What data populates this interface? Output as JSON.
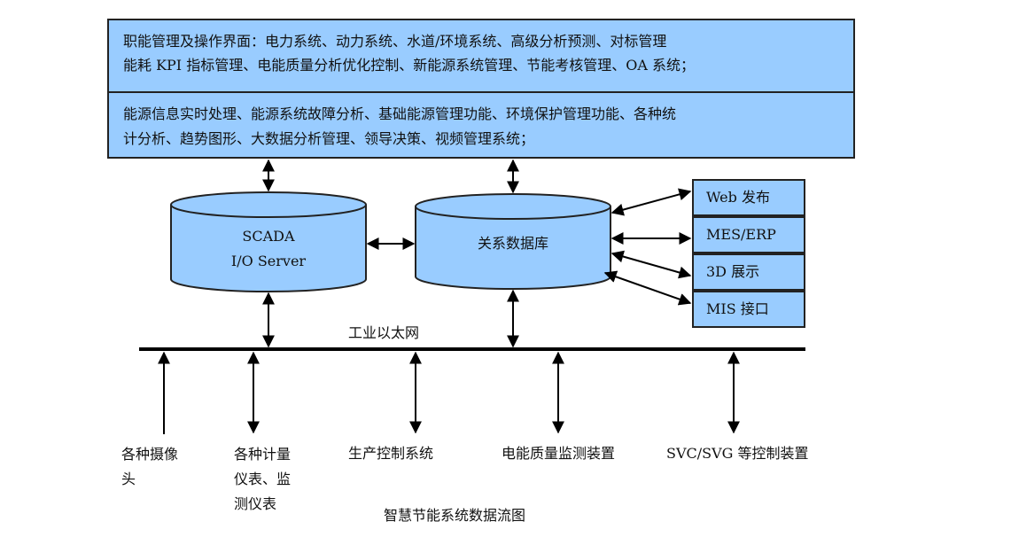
{
  "top_box": {
    "line1": "职能管理及操作界面：电力系统、动力系统、水道/环境系统、高级分析预测、对标管理",
    "line2": "能耗 KPI 指标管理、电能质量分析优化控制、新能源系统管理、节能考核管理、OA 系统；"
  },
  "second_box": {
    "line1": "能源信息实时处理、能源系统故障分析、基础能源管理功能、环境保护管理功能、各种统",
    "line2": "计分析、趋势图形、大数据分析管理、领导决策、视频管理系统；"
  },
  "scada": {
    "line1": "SCADA",
    "line2": "I/O Server"
  },
  "database": {
    "label": "关系数据库"
  },
  "side_boxes": [
    "Web 发布",
    "MES/ERP",
    "3D 展示",
    "MIS 接口"
  ],
  "network_label": "工业以太网",
  "devices": [
    {
      "lines": [
        "各种摄像",
        "头"
      ]
    },
    {
      "lines": [
        "各种计量",
        "仪表、监",
        "测仪表"
      ]
    },
    {
      "lines": [
        "生产控制系统"
      ]
    },
    {
      "lines": [
        "电能质量监测装置"
      ]
    },
    {
      "lines": [
        "SVC/SVG 等控制装置"
      ]
    }
  ],
  "caption": "智慧节能系统数据流图",
  "colors": {
    "box_fill": "#99ccff",
    "line": "#000000"
  }
}
